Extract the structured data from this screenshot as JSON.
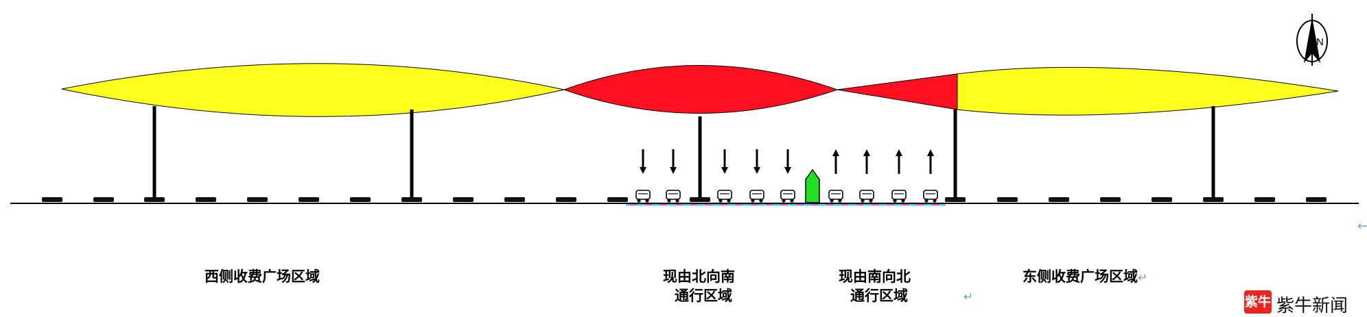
{
  "labels": {
    "west_plaza": "西侧收费广场区域",
    "north_to_south_line1": "现由北向南",
    "north_to_south_line2": "通行区域",
    "south_to_north_line1": "现由南向北",
    "south_to_north_line2": "通行区域",
    "east_plaza": "东侧收费广场区域"
  },
  "compass": {
    "letter": "N"
  },
  "logo": {
    "badge": "紫牛",
    "text": "紫牛新闻"
  },
  "colors": {
    "canopy_yellow": "#ffff1e",
    "canopy_red": "#ff1020",
    "moving_vehicle_green": "#22dd22",
    "road_line": "#000000",
    "lane_marking_cyan": "#36d6e6",
    "lane_marking_magenta": "#ff40ff",
    "return_mark_blue": "#6fa0d8"
  },
  "icons": [
    "compass-north-icon",
    "down-arrow-icon",
    "up-arrow-icon",
    "vehicle-icon",
    "green-arrow-vehicle-icon"
  ]
}
